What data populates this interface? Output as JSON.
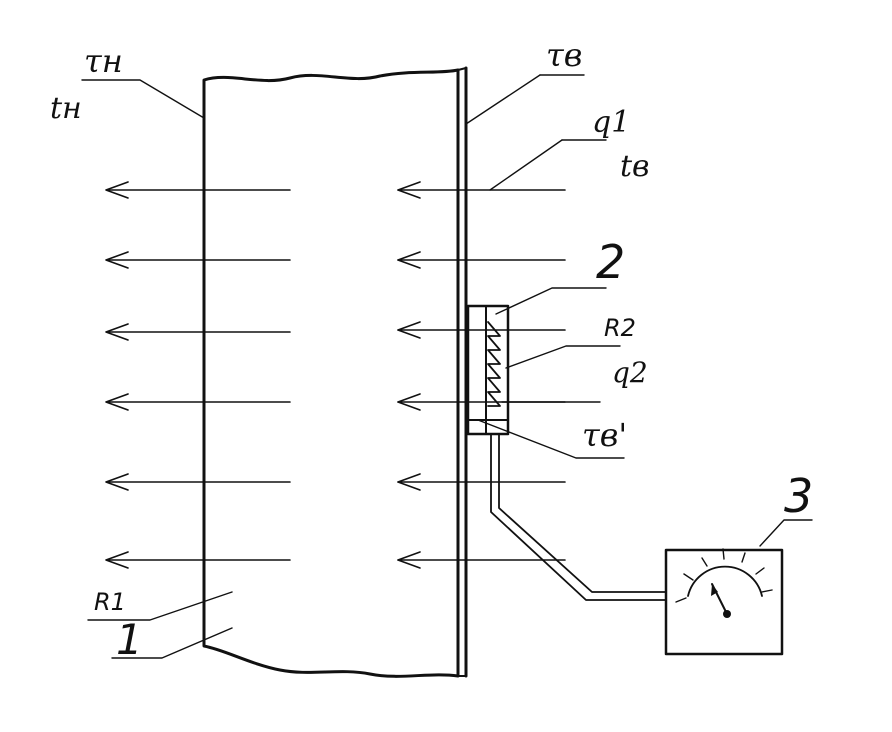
{
  "labels": {
    "tau_n": "τн",
    "t_n": "tн",
    "tau_v": "τв",
    "q1": "q1",
    "t_v": "tв",
    "num2": "2",
    "R2": "R2",
    "q2": "q2",
    "tau_v_prime": "τв'",
    "num3": "3",
    "R1": "R1",
    "num1": "1"
  }
}
